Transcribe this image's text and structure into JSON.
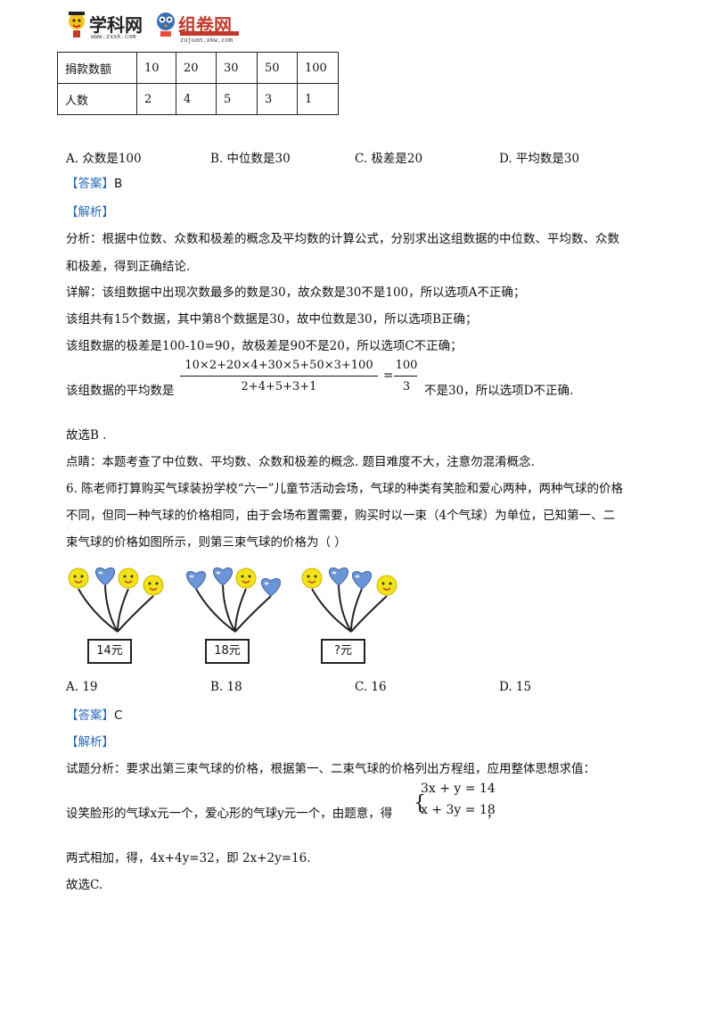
{
  "header": {
    "logo1_text": "学科网",
    "logo1_sub": "www.zxxk.com",
    "logo2_text": "组卷网",
    "logo2_sub": "zujuan.xkw.com"
  },
  "table": {
    "rows": [
      [
        "捐款数额",
        "10",
        "20",
        "30",
        "50",
        "100"
      ],
      [
        "人数",
        "2",
        "4",
        "5",
        "3",
        "1"
      ]
    ]
  },
  "q5": {
    "options": [
      "A. 众数是100",
      "B. 中位数是30",
      "C. 极差是20",
      "D. 平均数是30"
    ],
    "answer_label": "【答案】",
    "answer": "B",
    "analysis_label": "【解析】",
    "lines": [
      "分析：根据中位数、众数和极差的概念及平均数的计算公式，分别求出这组数据的中位数、平均数、众数",
      "和极差，得到正确结论.",
      "详解：该组数据中出现次数最多的数是30，故众数是30不是100，所以选项A不正确；",
      "该组共有15个数据，其中第8个数据是30，故中位数是30，所以选项B正确；",
      "该组数据的极差是100-10=90，故极差是90不是20，所以选项C不正确；"
    ],
    "mean_prefix": "该组数据的平均数是",
    "mean_numerator": "10×2+20×4+30×5+50×3+100",
    "mean_denominator": "2+4+5+3+1",
    "mean_eq": "=",
    "mean_result_num": "100",
    "mean_result_den": "3",
    "mean_suffix": "不是30，所以选项D不正确.",
    "choose": "故选B .",
    "comment": "点睛：本题考查了中位数、平均数、众数和极差的概念. 题目难度不大，注意勿混淆概念."
  },
  "q6": {
    "stem": [
      "6. 陈老师打算购买气球装扮学校“六一”儿童节活动会场，气球的种类有笑脸和爱心两种，两种气球的价格",
      "不同，但同一种气球的价格相同，由于会场布置需要，购买时以一束（4个气球）为单位，已知第一、二",
      "束气球的价格如图所示，则第三束气球的价格为（      ）"
    ],
    "bunches": [
      {
        "label": "14元",
        "balloons": [
          "smile",
          "heart",
          "smile",
          "smile"
        ]
      },
      {
        "label": "18元",
        "balloons": [
          "heart",
          "heart",
          "smile",
          "heart"
        ]
      },
      {
        "label": "?元",
        "balloons": [
          "smile",
          "heart",
          "heart",
          "smile"
        ]
      }
    ],
    "options": [
      "A.   19",
      "B.   18",
      "C.   16",
      "D.   15"
    ],
    "answer_label": "【答案】",
    "answer": "C",
    "analysis_label": "【解析】",
    "analysis1": "试题分析：要求出第三束气球的价格，根据第一、二束气球的价格列出方程组，应用整体思想求值：",
    "setup": "设笑脸形的气球x元一个，爱心形的气球y元一个，由题意，得",
    "eq1": "3x + y = 14",
    "eq2": "x + 3y = 18",
    "eq_brace": "{",
    "eq_tail": "，",
    "sum_line": "两式相加，得，4x+4y=32，即 2x+2y=16.",
    "choose": "故选C."
  }
}
